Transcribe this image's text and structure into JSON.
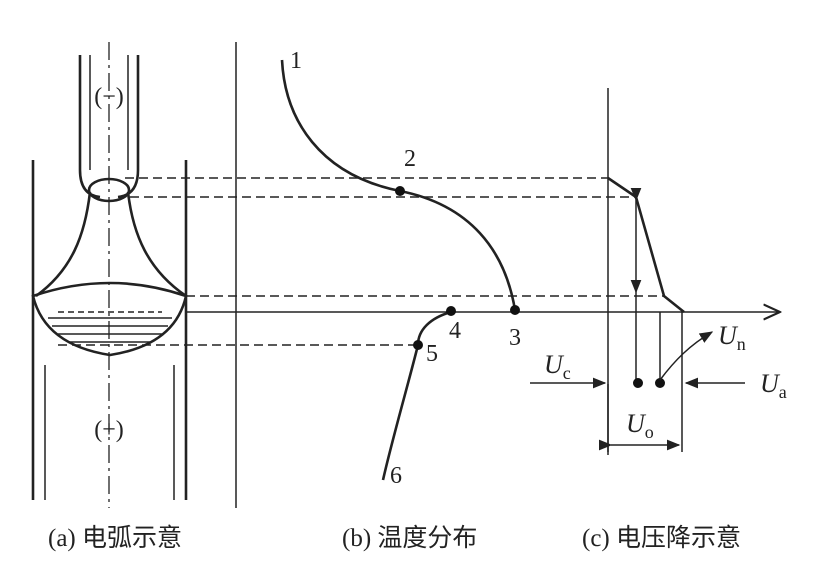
{
  "panels": {
    "a": {
      "caption": "(a) 电弧示意",
      "cathode_sign": "(−)",
      "anode_sign": "(+)"
    },
    "b": {
      "caption": "(b) 温度分布",
      "points": [
        "1",
        "2",
        "3",
        "4",
        "5",
        "6"
      ]
    },
    "c": {
      "caption": "(c) 电压降示意",
      "labels": {
        "un": {
          "main": "U",
          "sub": "n"
        },
        "uc": {
          "main": "U",
          "sub": "c"
        },
        "ua": {
          "main": "U",
          "sub": "a"
        },
        "uo": {
          "main": "U",
          "sub": "o"
        }
      }
    }
  }
}
